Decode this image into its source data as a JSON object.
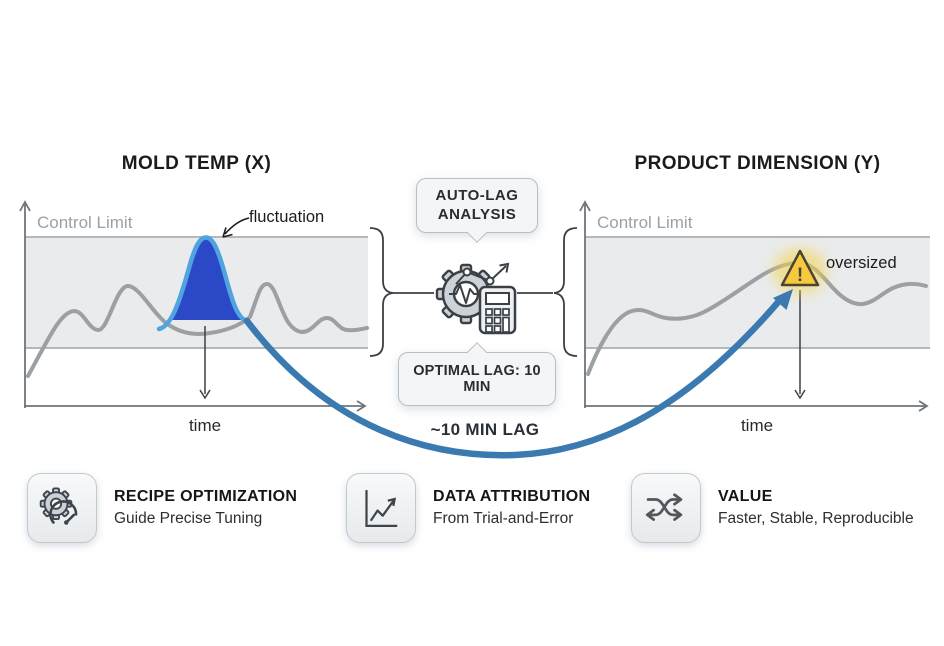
{
  "colors": {
    "background": "#ffffff",
    "lag_arrow_blue": "#3a7ab0",
    "peak_fill_blue": "#2b49c7",
    "peak_outline_blue": "#4fa3de",
    "warning_yellow": "#f7ca3e",
    "band_gray": "#e9ebec",
    "wave_gray": "#9aa0a4",
    "line_dark": "#3a4046"
  },
  "left_chart": {
    "title": "MOLD TEMP (X)",
    "control_limit": "Control Limit",
    "annotation": "fluctuation",
    "axis_label": "time"
  },
  "center": {
    "analysis_line1": "AUTO-LAG",
    "analysis_line2": "ANALYSIS",
    "result_label": "OPTIMAL LAG: 10 MIN",
    "icon": "gear-pulse-calculator-trend-icon"
  },
  "right_chart": {
    "title": "PRODUCT DIMENSION (Y)",
    "control_limit": "Control Limit",
    "annotation": "oversized",
    "warning_mark": "!",
    "axis_label": "time"
  },
  "lag_arrow": {
    "label": "~10 MIN LAG"
  },
  "features": [
    {
      "icon": "gear-gauge-icon",
      "title": "RECIPE OPTIMIZATION",
      "subtitle": "Guide Precise Tuning"
    },
    {
      "icon": "line-chart-icon",
      "title": "DATA ATTRIBUTION",
      "subtitle": "From Trial-and-Error"
    },
    {
      "icon": "shuffle-arrows-icon",
      "title": "VALUE",
      "subtitle": "Faster, Stable, Reproducible"
    }
  ]
}
